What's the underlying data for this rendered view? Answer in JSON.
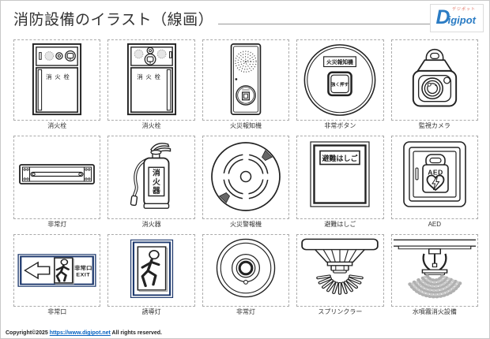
{
  "page": {
    "title": "消防設備のイラスト（線画）",
    "footer_prefix": "Copyright©2025 ",
    "footer_link": "https://www.digipot.net",
    "footer_suffix": " All rights reserved."
  },
  "logo": {
    "initial": "D",
    "rest": "igipot",
    "kana": "デジポット"
  },
  "colors": {
    "sign_navy": "#1f3a6e",
    "line_black": "#222222",
    "logo_blue": "#2b7cc4",
    "link_blue": "#0563c1",
    "mist_gray": "#b0b0b0"
  },
  "cells": [
    {
      "name": "fire-hydrant-cabinet-1",
      "caption": "消火栓",
      "label": "消火栓"
    },
    {
      "name": "fire-hydrant-cabinet-2",
      "caption": "消火栓",
      "label": "消火栓"
    },
    {
      "name": "fire-alarm-box",
      "caption": "火災報知機"
    },
    {
      "name": "emergency-button",
      "caption": "非常ボタン",
      "sign": "火災報知機",
      "button": "強く押す"
    },
    {
      "name": "surveillance-camera",
      "caption": "監視カメラ"
    },
    {
      "name": "emergency-fluorescent-light",
      "caption": "非常灯"
    },
    {
      "name": "fire-extinguisher",
      "caption": "消火器",
      "chars": [
        "消",
        "火",
        "器"
      ]
    },
    {
      "name": "fire-alarm-detector",
      "caption": "火災警報機"
    },
    {
      "name": "escape-ladder-box",
      "caption": "避難はしご",
      "label": "避難はしご"
    },
    {
      "name": "aed-cabinet",
      "caption": "AED",
      "label": "AED"
    },
    {
      "name": "exit-sign",
      "caption": "非常口",
      "line1": "非常口",
      "line2": "EXIT"
    },
    {
      "name": "guidance-light",
      "caption": "誘導灯"
    },
    {
      "name": "emergency-ceiling-light",
      "caption": "非常灯"
    },
    {
      "name": "sprinkler",
      "caption": "スプリンクラー"
    },
    {
      "name": "water-mist-system",
      "caption": "水噴霧消火設備"
    }
  ]
}
